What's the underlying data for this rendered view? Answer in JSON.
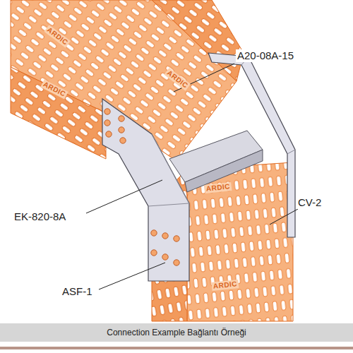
{
  "diagram": {
    "caption": "Connection Example Bağlantı Örneği",
    "labels": [
      "A20-08A-15",
      "EK-820-8A",
      "CV-2",
      "ASF-1",
      "ARDIC",
      "ARDIC",
      "ARDIC",
      "ARDIC",
      "ARDIC"
    ]
  }
}
